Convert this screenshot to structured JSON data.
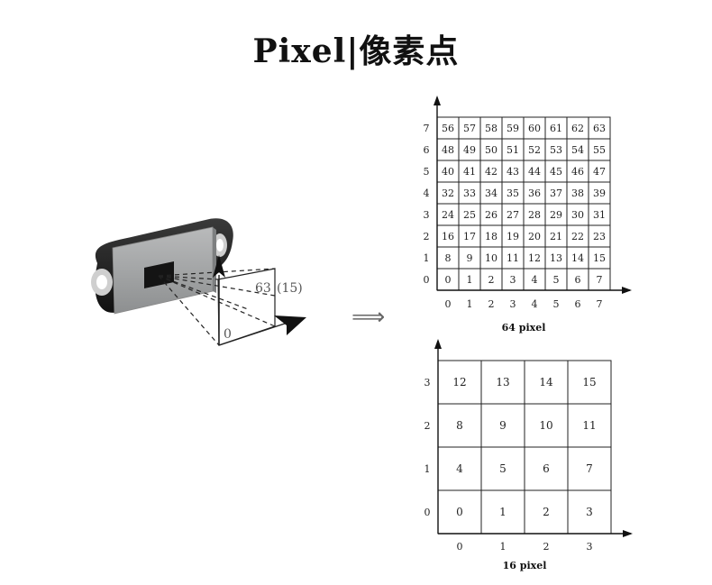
{
  "title": "Pixel|像素点",
  "sensor": {
    "label_max": "63",
    "label_max_alt": "(15)",
    "label_zero": "0"
  },
  "arrow_glyph": "⟹",
  "grid64": {
    "caption": "64 pixel",
    "cols": 8,
    "rows": 8,
    "x_ticks": [
      "0",
      "1",
      "2",
      "3",
      "4",
      "5",
      "6",
      "7"
    ],
    "y_ticks": [
      "0",
      "1",
      "2",
      "3",
      "4",
      "5",
      "6",
      "7"
    ],
    "cells": [
      [
        "56",
        "57",
        "58",
        "59",
        "60",
        "61",
        "62",
        "63"
      ],
      [
        "48",
        "49",
        "50",
        "51",
        "52",
        "53",
        "54",
        "55"
      ],
      [
        "40",
        "41",
        "42",
        "43",
        "44",
        "45",
        "46",
        "47"
      ],
      [
        "32",
        "33",
        "34",
        "35",
        "36",
        "37",
        "38",
        "39"
      ],
      [
        "24",
        "25",
        "26",
        "27",
        "28",
        "29",
        "30",
        "31"
      ],
      [
        "16",
        "17",
        "18",
        "19",
        "20",
        "21",
        "22",
        "23"
      ],
      [
        "8",
        "9",
        "10",
        "11",
        "12",
        "13",
        "14",
        "15"
      ],
      [
        "0",
        "1",
        "2",
        "3",
        "4",
        "5",
        "6",
        "7"
      ]
    ]
  },
  "grid16": {
    "caption": "16 pixel",
    "cols": 4,
    "rows": 4,
    "x_ticks": [
      "0",
      "1",
      "2",
      "3"
    ],
    "y_ticks": [
      "0",
      "1",
      "2",
      "3"
    ],
    "cells": [
      [
        "12",
        "13",
        "14",
        "15"
      ],
      [
        "8",
        "9",
        "10",
        "11"
      ],
      [
        "4",
        "5",
        "6",
        "7"
      ],
      [
        "0",
        "1",
        "2",
        "3"
      ]
    ]
  }
}
